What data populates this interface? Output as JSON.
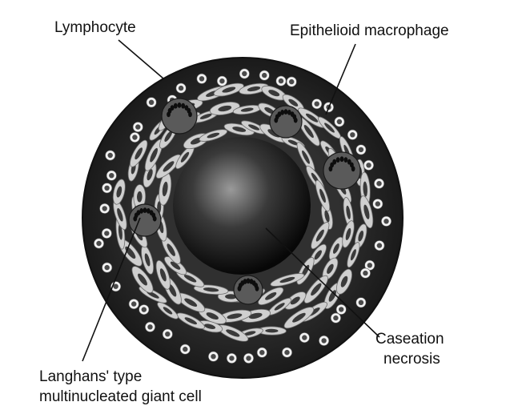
{
  "labels": {
    "lymphocyte": "Lymphocyte",
    "epithelioid": "Epithelioid macrophage",
    "caseation_1": "Caseation",
    "caseation_2": "necrosis",
    "langhans_1": "Langhans' type",
    "langhans_2": "multinucleated giant cell"
  },
  "colors": {
    "background": "#ffffff",
    "granuloma_dark": "#2e2e2e",
    "macrophage_fill": "#cfcfcf",
    "necrosis_center": "#9a9a9a",
    "necrosis_edge": "#070707",
    "text": "#111111"
  }
}
